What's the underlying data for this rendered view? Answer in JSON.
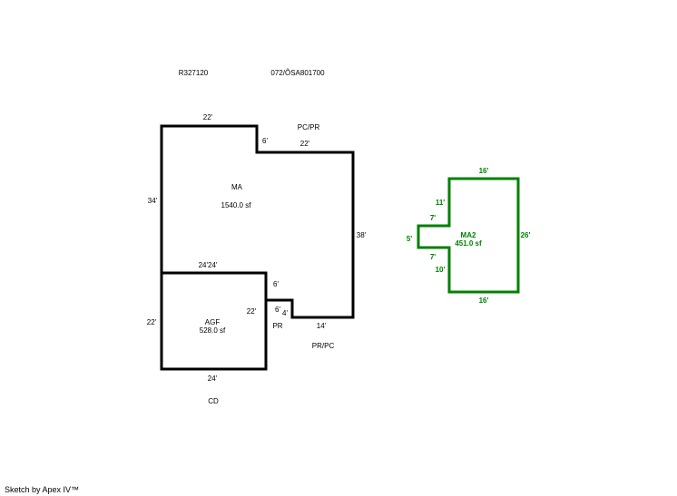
{
  "header": {
    "parcel_id": "R327120",
    "account_id": "072/ÕSA801700"
  },
  "main_structure": {
    "area_label": "MA",
    "area_value": "1540.0 sf",
    "dims": {
      "top_left": "22'",
      "step_down": "6'",
      "top_right": "22'",
      "left": "34'",
      "right": "38'",
      "bottom": "14'"
    },
    "adjacent_labels": {
      "top": "PC/PR",
      "bottom": "PR/PC"
    }
  },
  "garage": {
    "area_label": "AGF",
    "area_value": "528.0 sf",
    "dims": {
      "top": "24'24'",
      "left": "22'",
      "right": "22'",
      "bottom": "24'"
    },
    "below_label": "CD"
  },
  "porch": {
    "label": "PR",
    "dims": {
      "upper": "6'",
      "top": "6'",
      "right": "4'"
    }
  },
  "addition": {
    "area_label": "MA2",
    "area_value": "451.0 sf",
    "color": "#008000",
    "dims": {
      "top": "16'",
      "upper_left": "11'",
      "bump_top": "7'",
      "bump_side": "5'",
      "bump_bottom": "7'",
      "lower_left": "10'",
      "right": "26'",
      "bottom": "16'"
    }
  },
  "footer": {
    "credit": "Sketch by Apex IV™"
  }
}
